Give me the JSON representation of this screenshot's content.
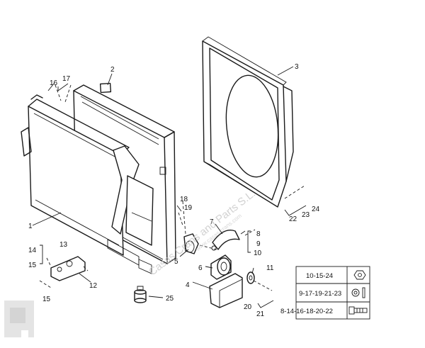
{
  "callouts": {
    "c1": "1",
    "c2": "2",
    "c3": "3",
    "c4": "4",
    "c5": "5",
    "c6": "6",
    "c7": "7",
    "c8": "8",
    "c9": "9",
    "c10": "10",
    "c11": "11",
    "c12": "12",
    "c13": "13",
    "c14": "14",
    "c15a": "15",
    "c15b": "15",
    "c16": "16",
    "c17": "17",
    "c18": "18",
    "c19": "19",
    "c20": "20",
    "c21": "21",
    "c22": "22",
    "c23": "23",
    "c24": "24",
    "c25": "25"
  },
  "legend": {
    "rows": [
      {
        "text": "10-15-24",
        "icon": "hex-nut-icon"
      },
      {
        "text": "9-17-19-21-23",
        "icon": "washer-icon"
      },
      {
        "text": "8-14-16-18-20-22",
        "icon": "bolt-icon"
      }
    ]
  },
  "watermark": {
    "main": "Casas Crans and Parts S.L.",
    "small": "www.casas-crans.com"
  }
}
